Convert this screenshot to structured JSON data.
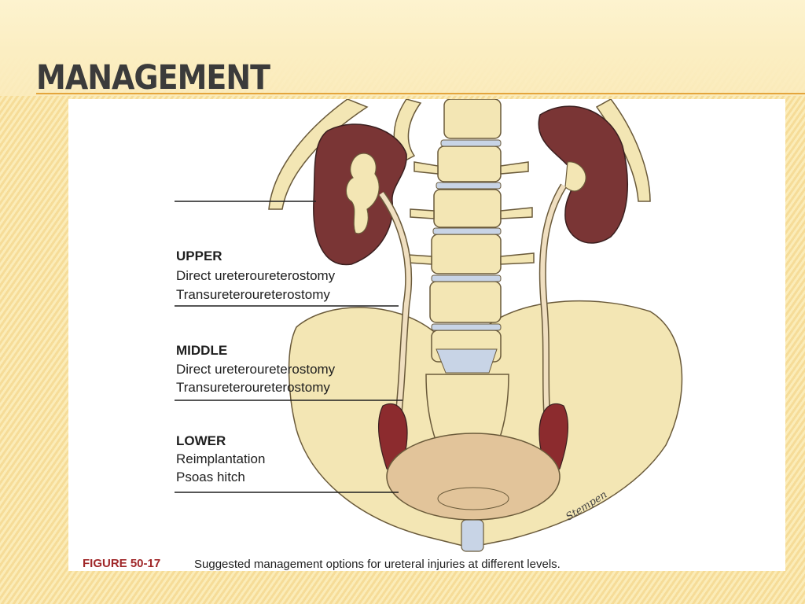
{
  "slide": {
    "title": "MANAGEMENT"
  },
  "figure": {
    "levels": [
      {
        "heading": "UPPER",
        "options": [
          "Direct ureteroureterostomy",
          "Transureteroureterostomy"
        ]
      },
      {
        "heading": "MIDDLE",
        "options": [
          "Direct ureteroureterostomy",
          "Transureteroureterostomy"
        ]
      },
      {
        "heading": "LOWER",
        "options": [
          "Reimplantation",
          "Psoas hitch"
        ]
      }
    ],
    "signature": "Stempen",
    "caption_number": "FIGURE 50-17",
    "caption_text": "Suggested management options for ureteral injuries at different levels."
  },
  "colors": {
    "accent_rule": "#e4a53c",
    "caption_number": "#a0282a",
    "bone": "#f3e6b4",
    "kidney": "#7a3535",
    "muscle": "#8c2b2e",
    "bladder": "#e2c49a"
  },
  "icons": [
    "kidney-illustration",
    "spine-illustration",
    "pelvis-illustration",
    "bladder-illustration"
  ]
}
